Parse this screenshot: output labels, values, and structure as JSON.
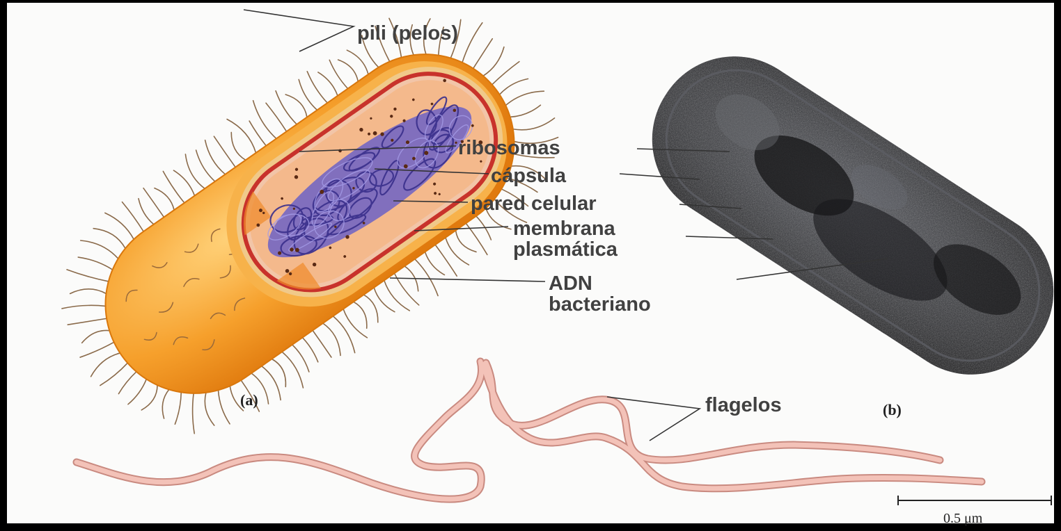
{
  "labels": {
    "pili": "pili (pelos)",
    "ribosomas": "ribosomas",
    "capsula": "cápsula",
    "pared": "pared celular",
    "membrana_1": "membrana",
    "membrana_2": "plasmática",
    "adn_1": "ADN",
    "adn_2": "bacteriano",
    "flagelos": "flagelos"
  },
  "panel_a": "(a)",
  "panel_b": "(b)",
  "scale_bar": "0.5 μm",
  "colors": {
    "capsule": "#f39a1c",
    "cell_wall": "#c8322b",
    "cytoplasm": "#f4b98c",
    "dna": "#5a4fb5",
    "flagella": "#e9a79c",
    "micrograph": "#2b2b2b"
  }
}
